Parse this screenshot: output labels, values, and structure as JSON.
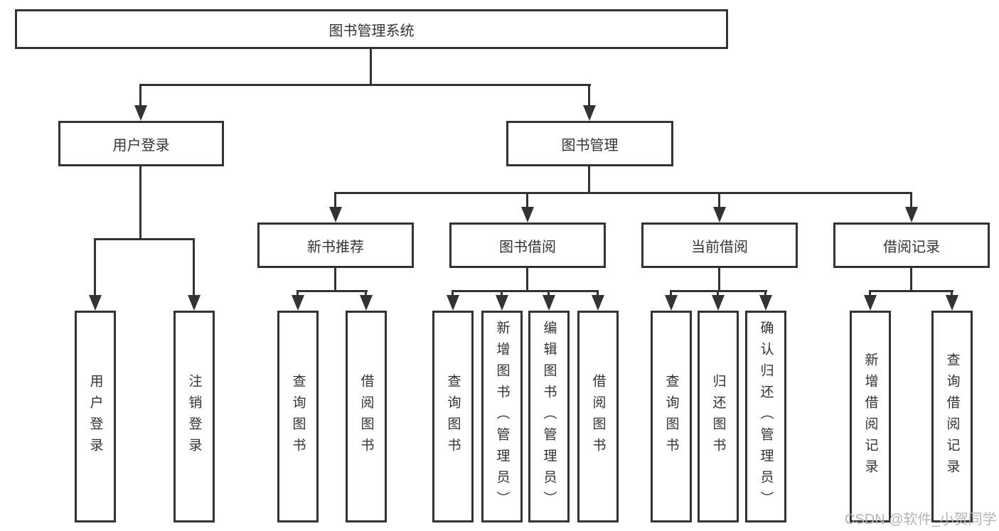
{
  "tree": {
    "root": {
      "label": "图书管理系统"
    },
    "branches": [
      {
        "label": "用户登录",
        "children": [
          {
            "label": "用户登录"
          },
          {
            "label": "注销登录"
          }
        ]
      },
      {
        "label": "图书管理",
        "children": [
          {
            "label": "新书推荐",
            "children": [
              {
                "label": "查询图书"
              },
              {
                "label": "借阅图书"
              }
            ]
          },
          {
            "label": "图书借阅",
            "children": [
              {
                "label": "查询图书"
              },
              {
                "label": "新增图书（管理员）"
              },
              {
                "label": "编辑图书（管理员）"
              },
              {
                "label": "借阅图书"
              }
            ]
          },
          {
            "label": "当前借阅",
            "children": [
              {
                "label": "查询图书"
              },
              {
                "label": "归还图书"
              },
              {
                "label": "确认归还（管理员）"
              }
            ]
          },
          {
            "label": "借阅记录",
            "children": [
              {
                "label": "新增借阅记录"
              },
              {
                "label": "查询借阅记录"
              }
            ]
          }
        ]
      }
    ]
  },
  "watermark": {
    "text": "CSDN @软件_小贺同学"
  },
  "colors": {
    "line": "#333333",
    "text": "#333333",
    "box_background": "#ffffff",
    "watermark": "#b4b4b8",
    "page_background": "#ffffff"
  }
}
